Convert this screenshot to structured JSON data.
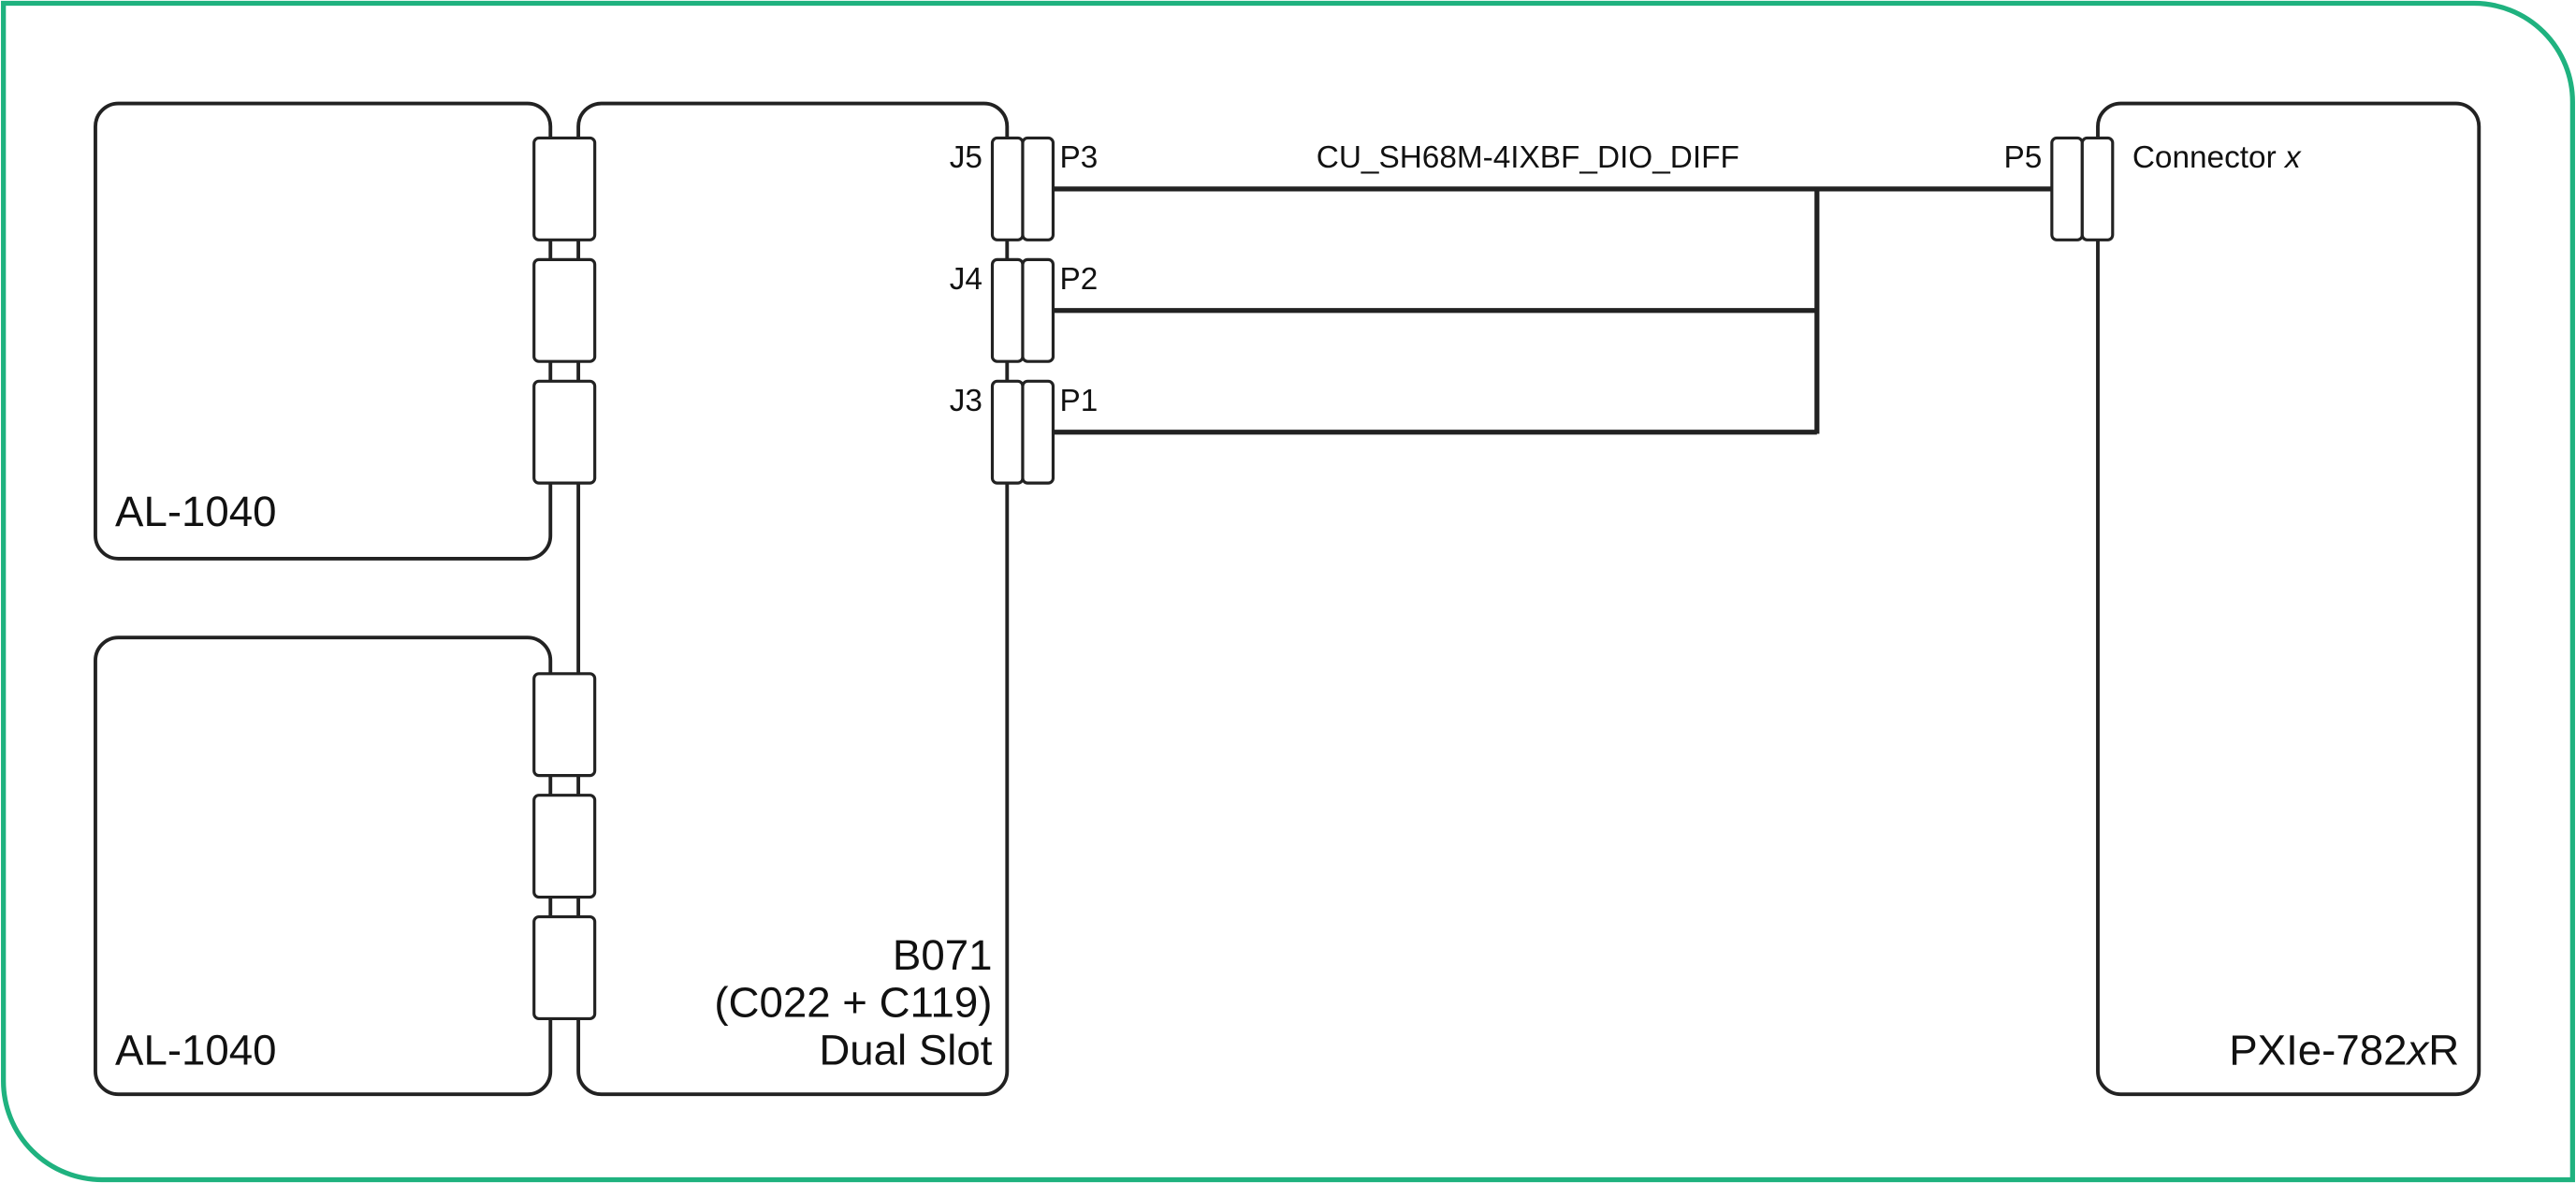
{
  "colors": {
    "frame": "#1fb27f",
    "line": "#222222"
  },
  "modules": {
    "al_top": "AL-1040",
    "al_bottom": "AL-1040",
    "b071": {
      "line1": "B071",
      "line2": "(C022 + C119)",
      "line3": "Dual Slot"
    },
    "pxie": {
      "name_prefix": "PXIe-782",
      "name_italic": "x",
      "name_suffix": "R",
      "connector_prefix": "Connector ",
      "connector_italic": "x"
    }
  },
  "connectors": {
    "j5": "J5",
    "j4": "J4",
    "j3": "J3",
    "p3": "P3",
    "p2": "P2",
    "p1": "P1",
    "p5": "P5"
  },
  "cable": {
    "label": "CU_SH68M-4IXBF_DIO_DIFF"
  }
}
